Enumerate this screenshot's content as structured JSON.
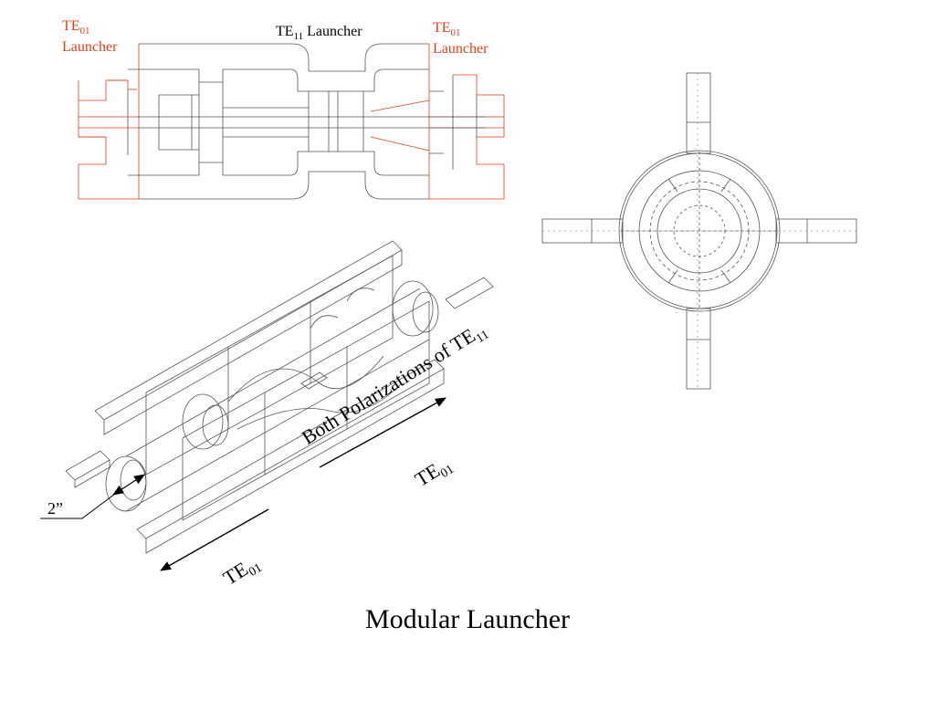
{
  "labels": {
    "left_launcher": {
      "main": "TE",
      "sub": "01",
      "word": "Launcher"
    },
    "center_launcher": {
      "main": "TE",
      "sub": "11",
      "word": "Launcher"
    },
    "right_launcher": {
      "main": "TE",
      "sub": "01",
      "word": "Launcher"
    },
    "diameter": "2”",
    "both_polarizations": {
      "text": "Both Polarizations of TE",
      "sub": "11"
    },
    "te01_mid": {
      "main": "TE",
      "sub": "01"
    },
    "te01_bottom": {
      "main": "TE",
      "sub": "01"
    }
  },
  "caption": "Modular Launcher",
  "colors": {
    "line": "#555555",
    "accent": "#e0401a",
    "text": "#000000"
  }
}
